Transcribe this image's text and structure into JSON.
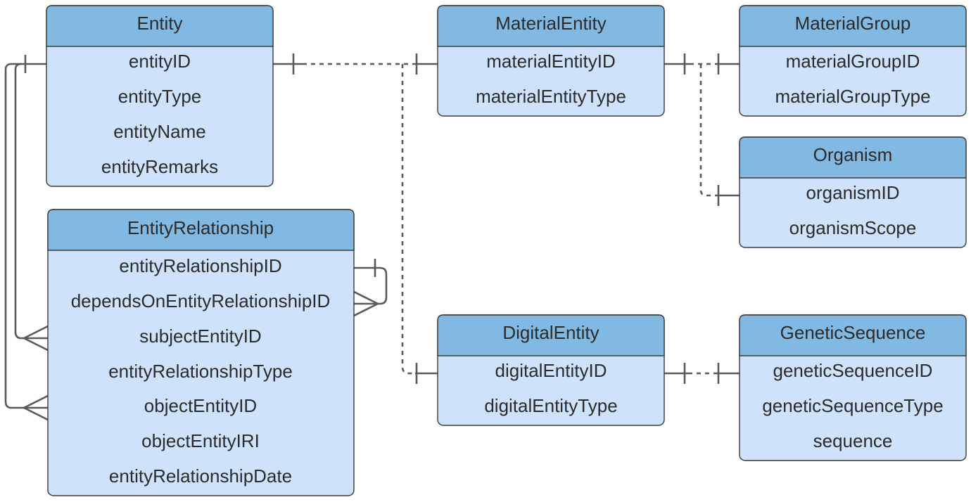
{
  "entities": [
    {
      "id": "entity",
      "title": "Entity",
      "fields": [
        "entityID",
        "entityType",
        "entityName",
        "entityRemarks"
      ]
    },
    {
      "id": "entity-relationship",
      "title": "EntityRelationship",
      "fields": [
        "entityRelationshipID",
        "dependsOnEntityRelationshipID",
        "subjectEntityID",
        "entityRelationshipType",
        "objectEntityID",
        "objectEntityIRI",
        "entityRelationshipDate"
      ]
    },
    {
      "id": "material-entity",
      "title": "MaterialEntity",
      "fields": [
        "materialEntityID",
        "materialEntityType"
      ]
    },
    {
      "id": "material-group",
      "title": "MaterialGroup",
      "fields": [
        "materialGroupID",
        "materialGroupType"
      ]
    },
    {
      "id": "organism",
      "title": "Organism",
      "fields": [
        "organismID",
        "organismScope"
      ]
    },
    {
      "id": "digital-entity",
      "title": "DigitalEntity",
      "fields": [
        "digitalEntityID",
        "digitalEntityType"
      ]
    },
    {
      "id": "genetic-sequence",
      "title": "GeneticSequence",
      "fields": [
        "geneticSequenceID",
        "geneticSequenceType",
        "sequence"
      ]
    }
  ],
  "relationships": [
    {
      "from": "entity.entityID",
      "to": "material-entity.materialEntityID",
      "type": "one-to-one",
      "style": "dotted"
    },
    {
      "from": "entity.entityID",
      "to": "digital-entity.digitalEntityID",
      "type": "one-to-one",
      "style": "dotted"
    },
    {
      "from": "material-entity.materialEntityID",
      "to": "material-group.materialGroupID",
      "type": "one-to-one",
      "style": "dotted"
    },
    {
      "from": "material-entity.materialEntityID",
      "to": "organism.organismID",
      "type": "one-to-one",
      "style": "dotted"
    },
    {
      "from": "digital-entity.digitalEntityID",
      "to": "genetic-sequence.geneticSequenceID",
      "type": "one-to-one",
      "style": "dotted"
    },
    {
      "from": "entity.entityID",
      "to": "entity-relationship.subjectEntityID",
      "type": "one-to-many",
      "style": "solid"
    },
    {
      "from": "entity.entityID",
      "to": "entity-relationship.objectEntityID",
      "type": "one-to-many",
      "style": "solid"
    },
    {
      "from": "entity-relationship.entityRelationshipID",
      "to": "entity-relationship.dependsOnEntityRelationshipID",
      "type": "one-to-many",
      "style": "solid"
    }
  ],
  "colors": {
    "header": "#82b9e2",
    "body": "#cfe2fb",
    "border": "#3a3a3a",
    "connector": "#5a5a5a",
    "text": "#2b2b2b"
  }
}
